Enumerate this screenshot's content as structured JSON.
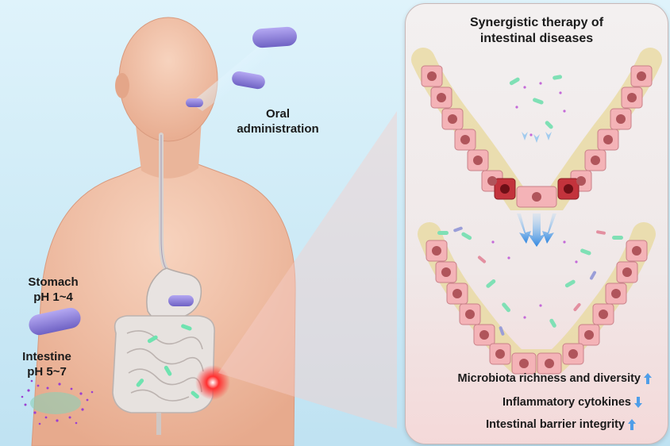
{
  "labels": {
    "oral": "Oral\nadministration",
    "stomach_name": "Stomach",
    "stomach_ph": "pH 1~4",
    "intestine_name": "Intestine",
    "intestine_ph": "pH 5~7"
  },
  "panel": {
    "title_line1": "Synergistic therapy of",
    "title_line2": "intestinal diseases",
    "outcomes": [
      {
        "text": "Microbiota richness and diversity",
        "direction": "up"
      },
      {
        "text": "Inflammatory cytokines",
        "direction": "down"
      },
      {
        "text": "Intestinal barrier integrity",
        "direction": "up"
      }
    ]
  },
  "colors": {
    "skin": "#f2c3a8",
    "capsule": "#8b7fd6",
    "inflammation": "#ff2a2a",
    "cell": "#f4b3b7",
    "nucleus": "#b0555b",
    "arrow": "#4f9ee8"
  },
  "icons": [
    "capsule-icon",
    "down-arrow-icon",
    "up-arrow-icon"
  ]
}
